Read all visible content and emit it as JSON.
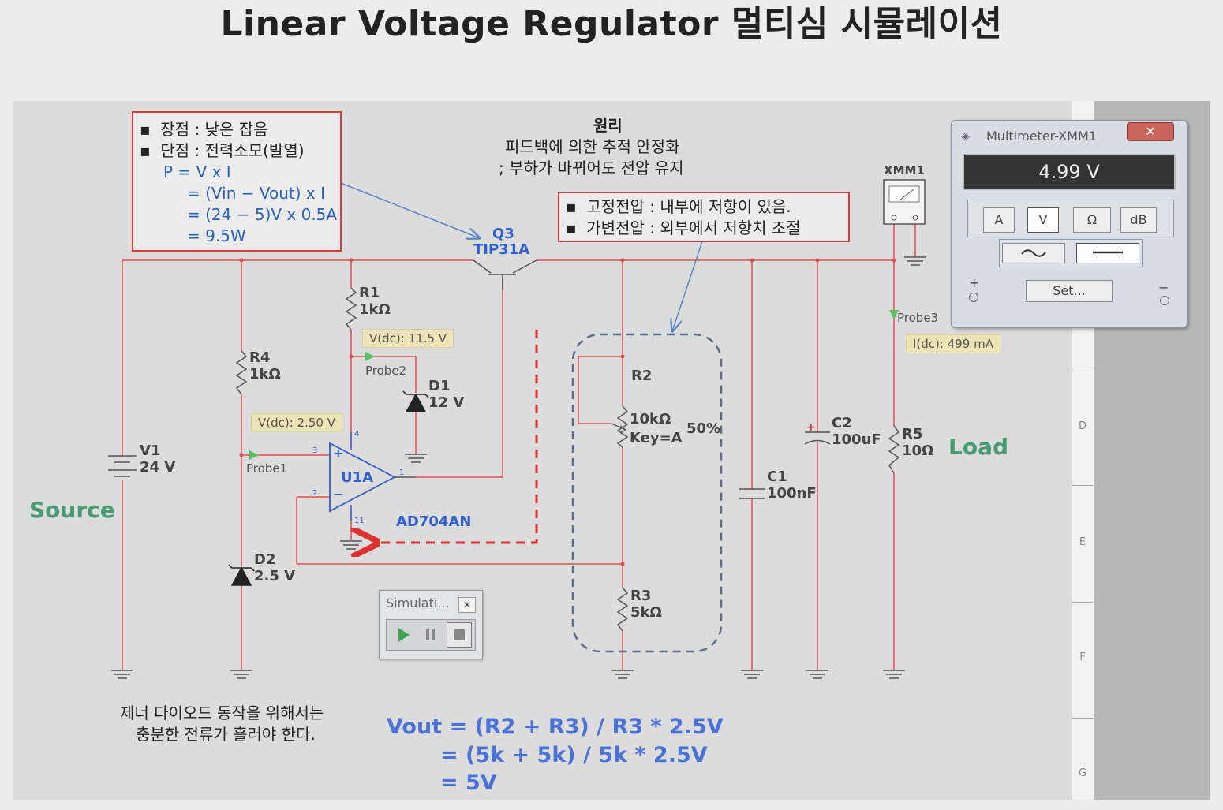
{
  "title": "Linear Voltage Regulator 멀티심 시뮬레이션",
  "note_left": {
    "bullet1": "장점 : 낮은 잡음",
    "bullet2": "단점 : 전력소모(발열)",
    "formula": [
      "P   = V x I",
      "= (Vin − Vout) x I",
      "= (24 − 5)V x 0.5A",
      "= 9.5W"
    ]
  },
  "principle": {
    "heading": "원리",
    "line1": "피드백에 의한 추적 안정화",
    "line2": "; 부하가 바뀌어도 전압 유지"
  },
  "note_right": {
    "bullet1": "고정전압 : 내부에 저항이 있음.",
    "bullet2": "가변전압 : 외부에서 저항치 조절"
  },
  "components": {
    "q3_name": "Q3",
    "q3_part": "TIP31A",
    "r1_name": "R1",
    "r1_val": "1kΩ",
    "r4_name": "R4",
    "r4_val": "1kΩ",
    "d1_name": "D1",
    "d1_val": "12 V",
    "d2_name": "D2",
    "d2_val": "2.5 V",
    "v1_name": "V1",
    "v1_val": "24 V",
    "u1_name": "U1A",
    "u1_part": "AD704AN",
    "u1_pin3": "3",
    "u1_pin2": "2",
    "u1_pin1": "1",
    "u1_pin4": "4",
    "u1_pin11": "11",
    "r2_name": "R2",
    "r2_val": "10kΩ",
    "r2_key": "Key=A",
    "r2_pct": "50%",
    "r3_name": "R3",
    "r3_val": "5kΩ",
    "c1_name": "C1",
    "c1_val": "100nF",
    "c2_name": "C2",
    "c2_val": "100uF",
    "r5_name": "R5",
    "r5_val": "10Ω",
    "xmm_name": "XMM1"
  },
  "probes": {
    "probe1": "Probe1",
    "probe1_val": "V(dc): 2.50 V",
    "probe2": "Probe2",
    "probe2_val": "V(dc): 11.5 V",
    "probe3": "Probe3",
    "probe3_val": "I(dc): 499 mA"
  },
  "labels": {
    "source": "Source",
    "load": "Load",
    "zener_note1": "제너 다이오드 동작을 위해서는",
    "zener_note2": "충분한 전류가 흘러야 한다."
  },
  "vout": {
    "line1": "Vout = (R2 + R3) / R3 * 2.5V",
    "line2": "= (5k + 5k) / 5k * 2.5V",
    "line3": "= 5V"
  },
  "multimeter": {
    "title": "Multimeter-XMM1",
    "reading": "4.99 V",
    "btn_a": "A",
    "btn_v": "V",
    "btn_ohm": "Ω",
    "btn_db": "dB",
    "btn_set": "Set...",
    "plus": "+",
    "minus": "−"
  },
  "sim_window": {
    "title": "Simulati..."
  },
  "scrollbar_letters": [
    "D",
    "E",
    "F",
    "G"
  ],
  "colors": {
    "wire": "#e05050",
    "note_border": "#d93a3a",
    "green_label": "#4a9a72",
    "blue_text": "#2a62b8",
    "vout_text": "#4a72d8"
  }
}
